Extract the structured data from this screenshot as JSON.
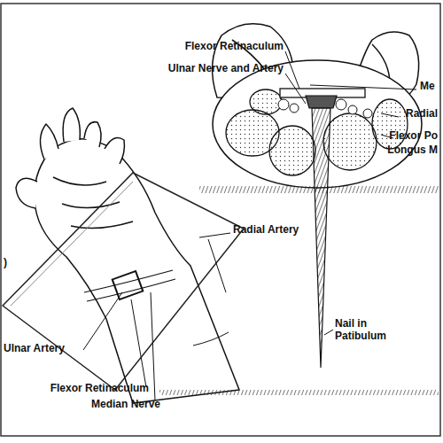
{
  "diagram": {
    "labels": [
      "Flexor Retinaculum",
      "Ulnar Nerve and Artery",
      "Me",
      "Radial",
      "Flexor Po",
      "Longus M",
      "Radial Artery",
      "Nail in Patibulum",
      ")",
      "Ulnar Artery",
      "Flexor Retinaculum",
      "Median Nerve"
    ]
  }
}
